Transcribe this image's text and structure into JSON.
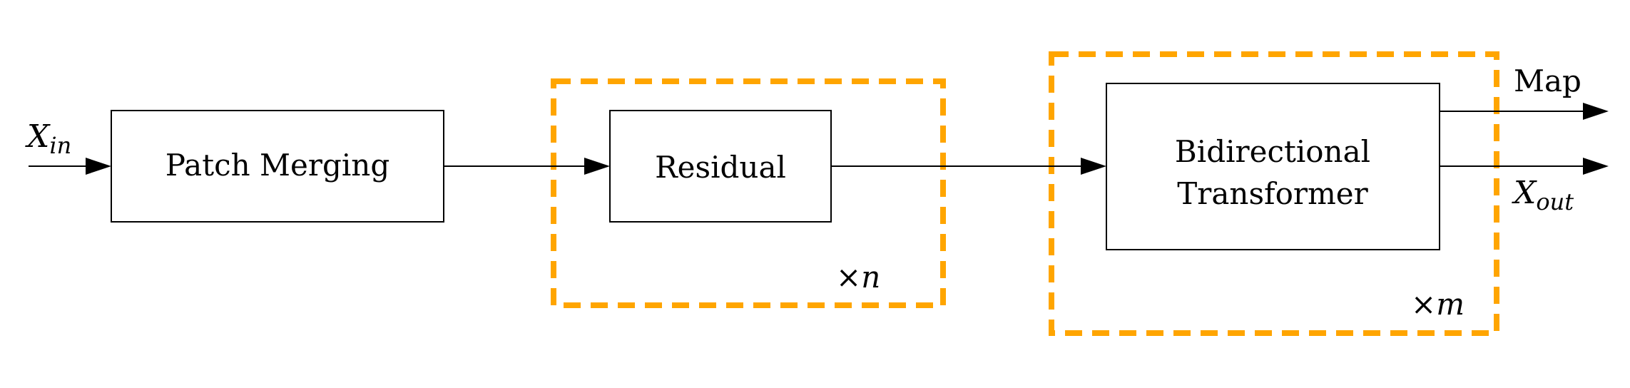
{
  "input": {
    "symbol": "X",
    "subscript": "in"
  },
  "blocks": {
    "patch_merging": "Patch Merging",
    "residual": "Residual",
    "bidirectional_line1": "Bidirectional",
    "bidirectional_line2": "Transformer"
  },
  "repeat_groups": {
    "residual": {
      "times": "×",
      "var": "n"
    },
    "transformer": {
      "times": "×",
      "var": "m"
    }
  },
  "outputs": {
    "map": "Map",
    "x_out": {
      "symbol": "X",
      "subscript": "out"
    }
  },
  "colors": {
    "repeat_border": "#FFA500",
    "lines": "#000000"
  }
}
